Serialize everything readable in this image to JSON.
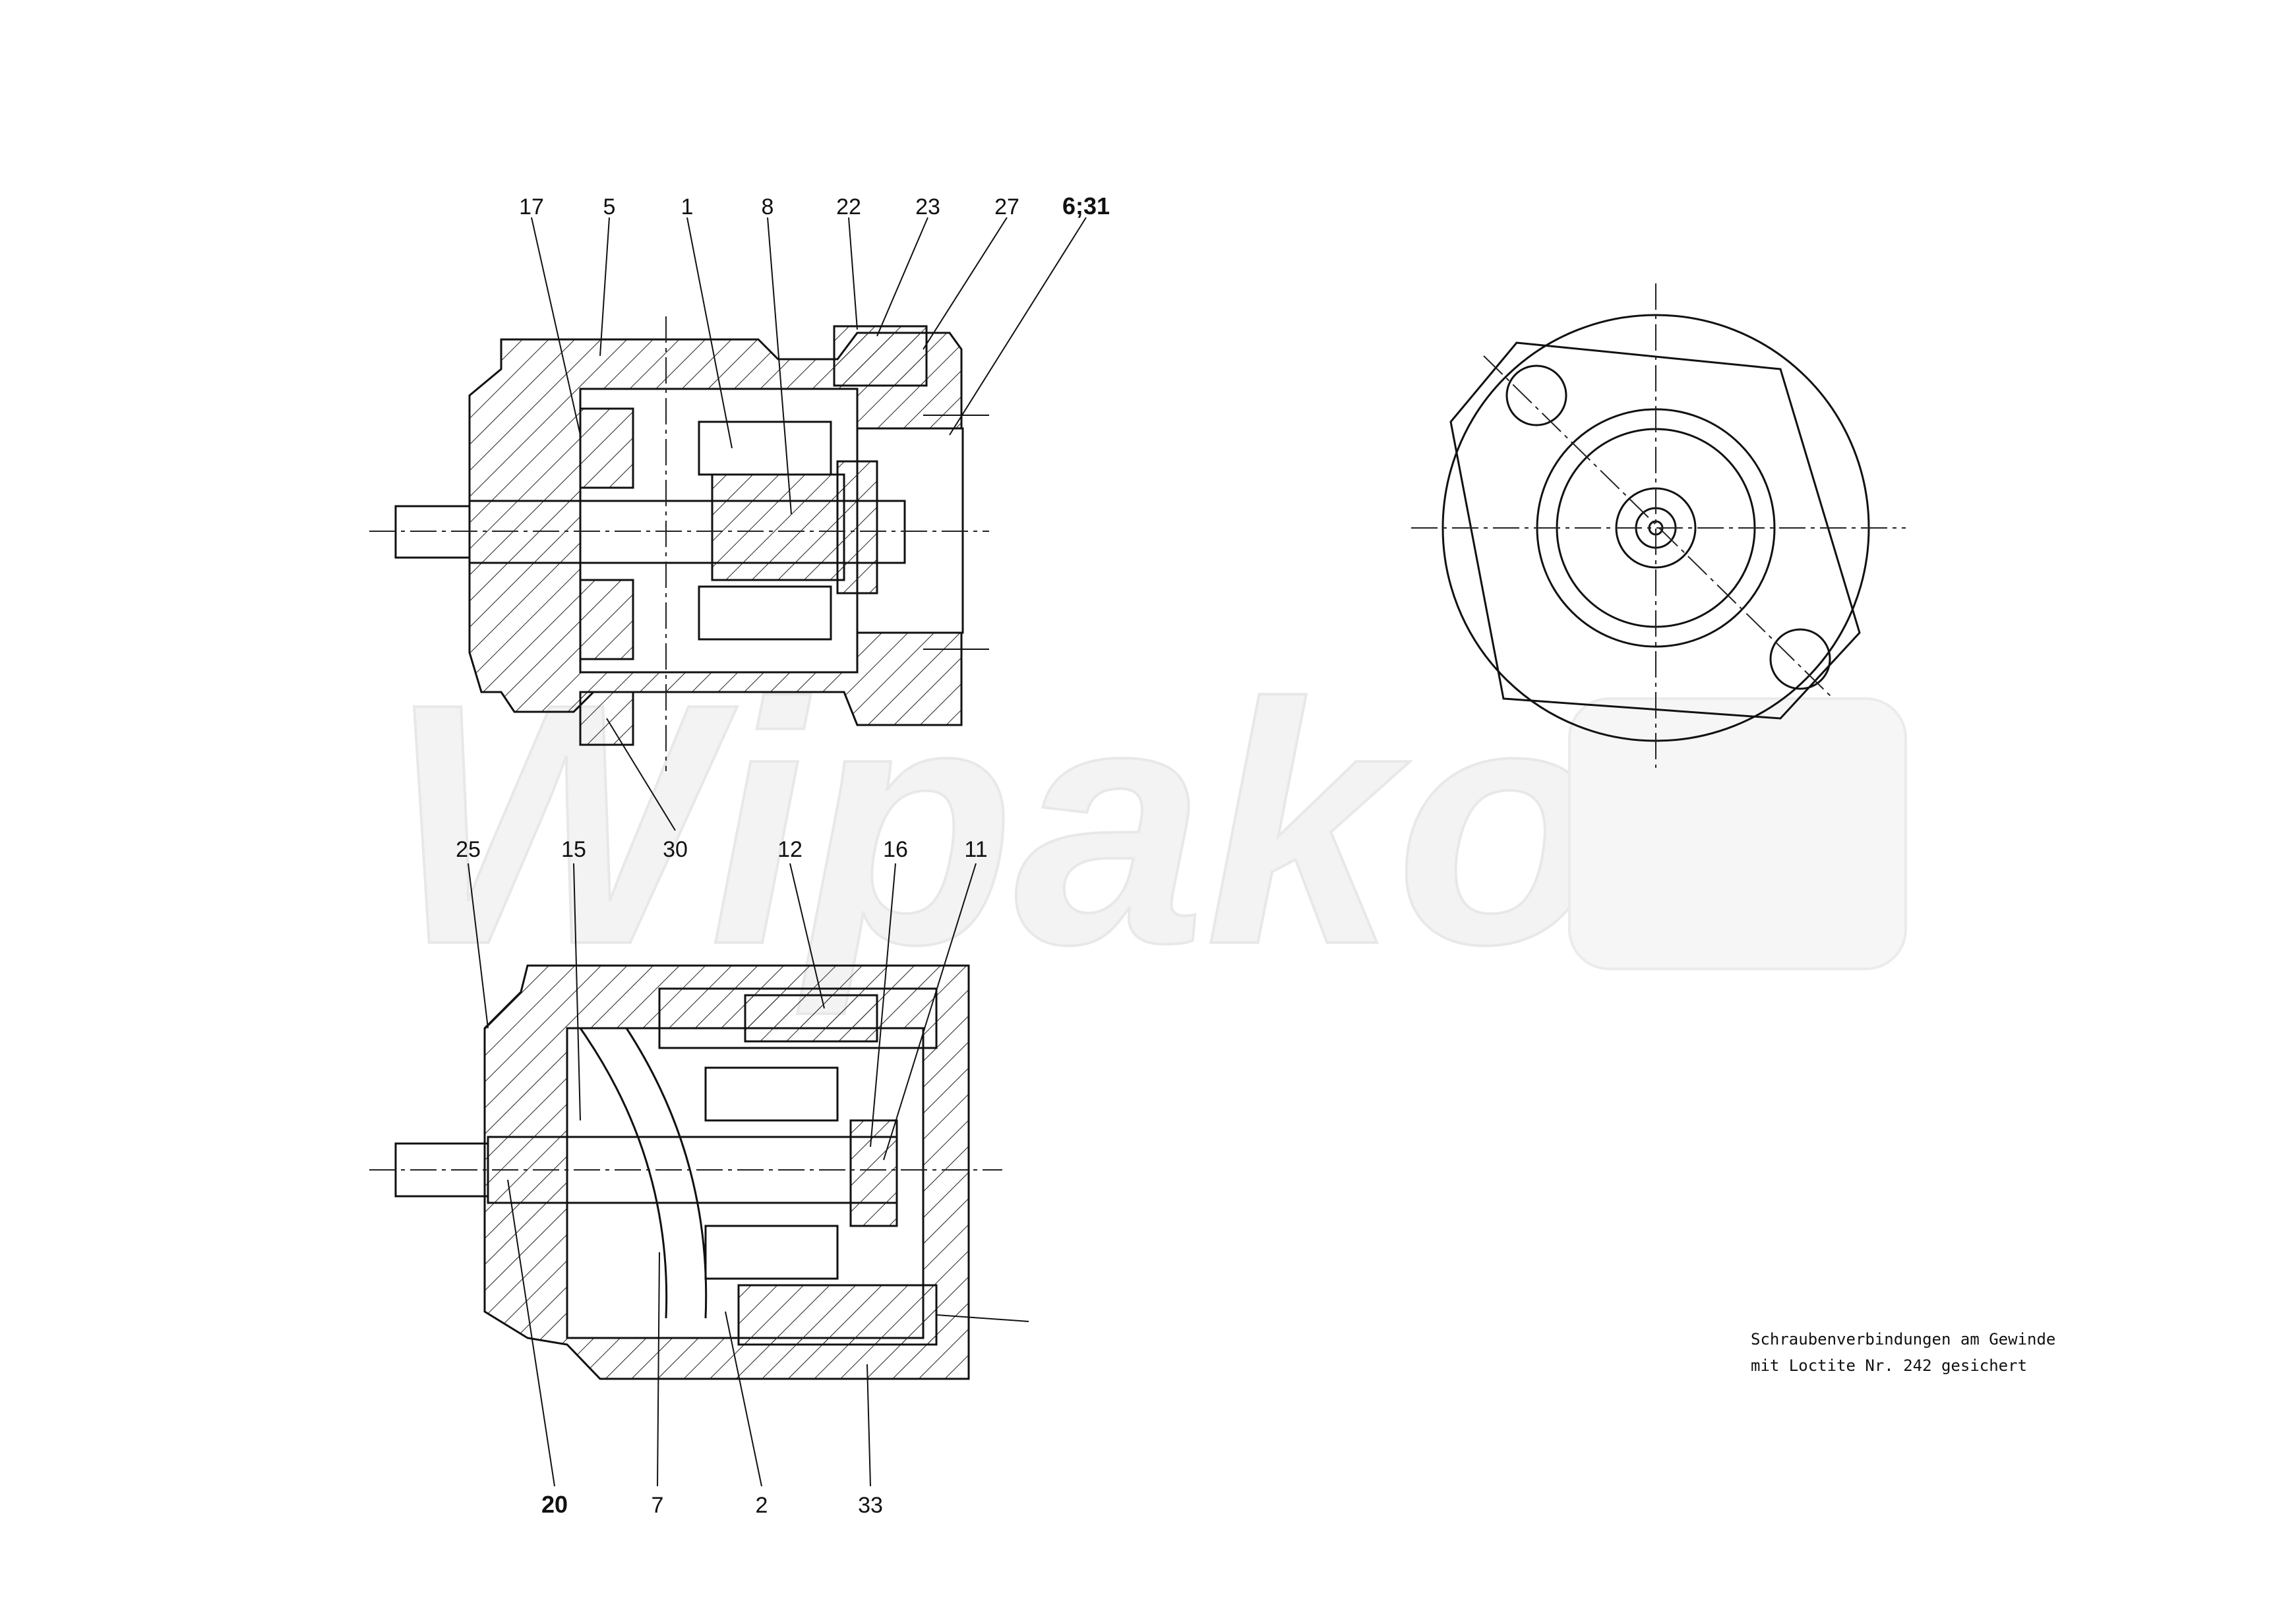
{
  "watermark": "Wipako",
  "top_view_labels": [
    "17",
    "5",
    "1",
    "8",
    "22",
    "23",
    "27",
    "6;31"
  ],
  "top_view_bottom_label": "30",
  "bottom_view_top_labels": [
    "25",
    "15",
    "12",
    "16",
    "11"
  ],
  "bottom_view_bottom_labels": [
    "20",
    "7",
    "2",
    "33"
  ],
  "note": {
    "line1": "Schraubenverbindungen am Gewinde",
    "line2": "mit Loctite Nr. 242 gesichert"
  }
}
